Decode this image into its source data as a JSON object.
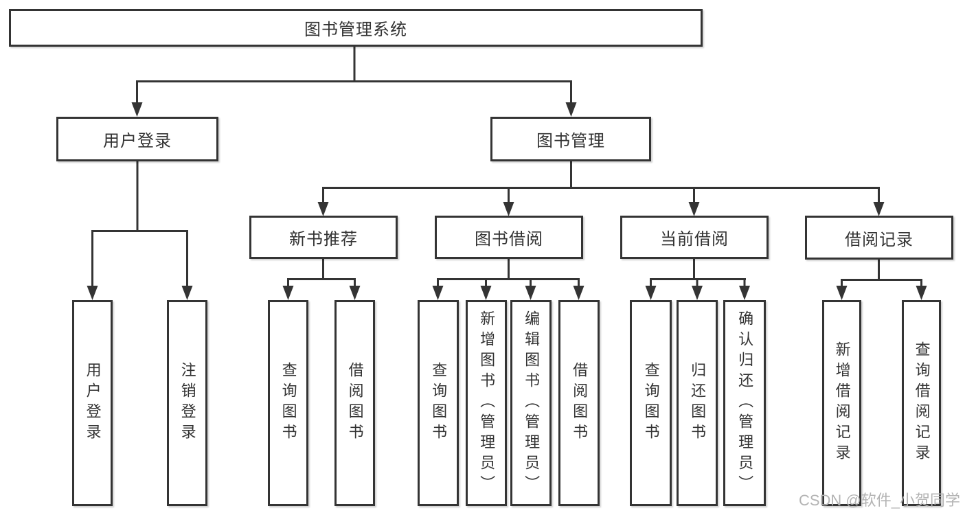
{
  "diagram": {
    "root": {
      "label": "图书管理系统"
    },
    "level2": [
      {
        "label": "用户登录"
      },
      {
        "label": "图书管理"
      }
    ],
    "level3": [
      {
        "label": "新书推荐",
        "parent": "图书管理"
      },
      {
        "label": "图书借阅",
        "parent": "图书管理"
      },
      {
        "label": "当前借阅",
        "parent": "图书管理"
      },
      {
        "label": "借阅记录",
        "parent": "图书管理"
      }
    ],
    "leaves": [
      {
        "label": "用户登录",
        "parent": "用户登录"
      },
      {
        "label": "注销登录",
        "parent": "用户登录"
      },
      {
        "label": "查询图书",
        "parent": "新书推荐"
      },
      {
        "label": "借阅图书",
        "parent": "新书推荐"
      },
      {
        "label": "查询图书",
        "parent": "图书借阅"
      },
      {
        "label": "新增图书（管理员）",
        "parent": "图书借阅"
      },
      {
        "label": "编辑图书（管理员）",
        "parent": "图书借阅"
      },
      {
        "label": "借阅图书",
        "parent": "图书借阅"
      },
      {
        "label": "查询图书",
        "parent": "当前借阅"
      },
      {
        "label": "归还图书",
        "parent": "当前借阅"
      },
      {
        "label": "确认归还（管理员）",
        "parent": "当前借阅"
      },
      {
        "label": "新增借阅记录",
        "parent": "借阅记录"
      },
      {
        "label": "查询借阅记录",
        "parent": "借阅记录"
      }
    ]
  },
  "watermark": {
    "text": "CSDN @软件_小贺同学"
  },
  "colors": {
    "line": "#343434",
    "box_border": "#343434",
    "text": "#333333",
    "watermark": "#b4b4b4",
    "background": "#ffffff"
  }
}
